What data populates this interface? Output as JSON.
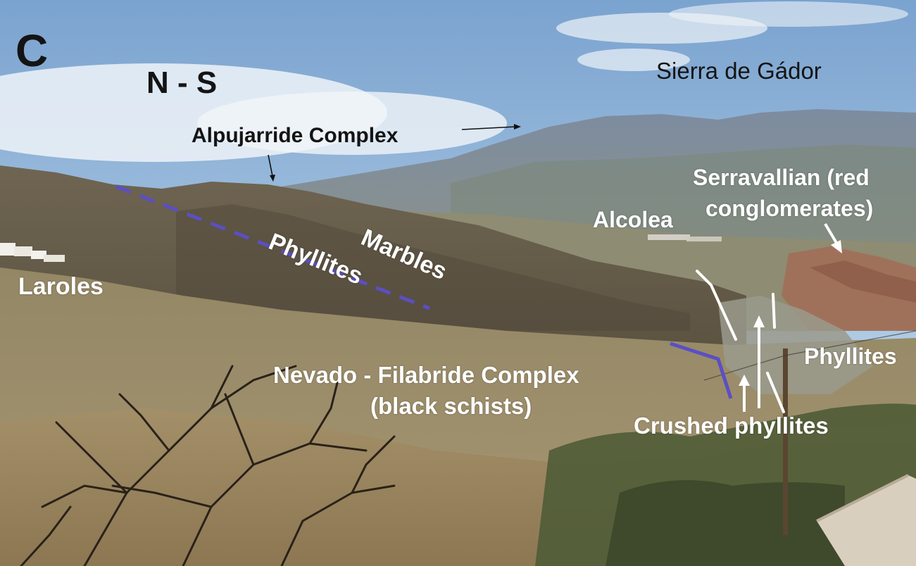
{
  "figure": {
    "panel_letter": "C",
    "orientation": "N - S"
  },
  "labels": {
    "sierra": "Sierra de Gádor",
    "alpujarride": "Alpujarride Complex",
    "serravallian_line1": "Serravallian (red",
    "serravallian_line2": "conglomerates)",
    "alcolea": "Alcolea",
    "marbles": "Marbles",
    "phyllites_upper": "Phyllites",
    "laroles": "Laroles",
    "phyllites_right": "Phyllites",
    "nevado_line1": "Nevado - Filabride Complex",
    "nevado_line2": "(black schists)",
    "crushed": "Crushed phyllites"
  },
  "colors": {
    "contact_line": "#5b4fc4",
    "annotation_white": "#ffffff",
    "annotation_black": "#141414"
  }
}
